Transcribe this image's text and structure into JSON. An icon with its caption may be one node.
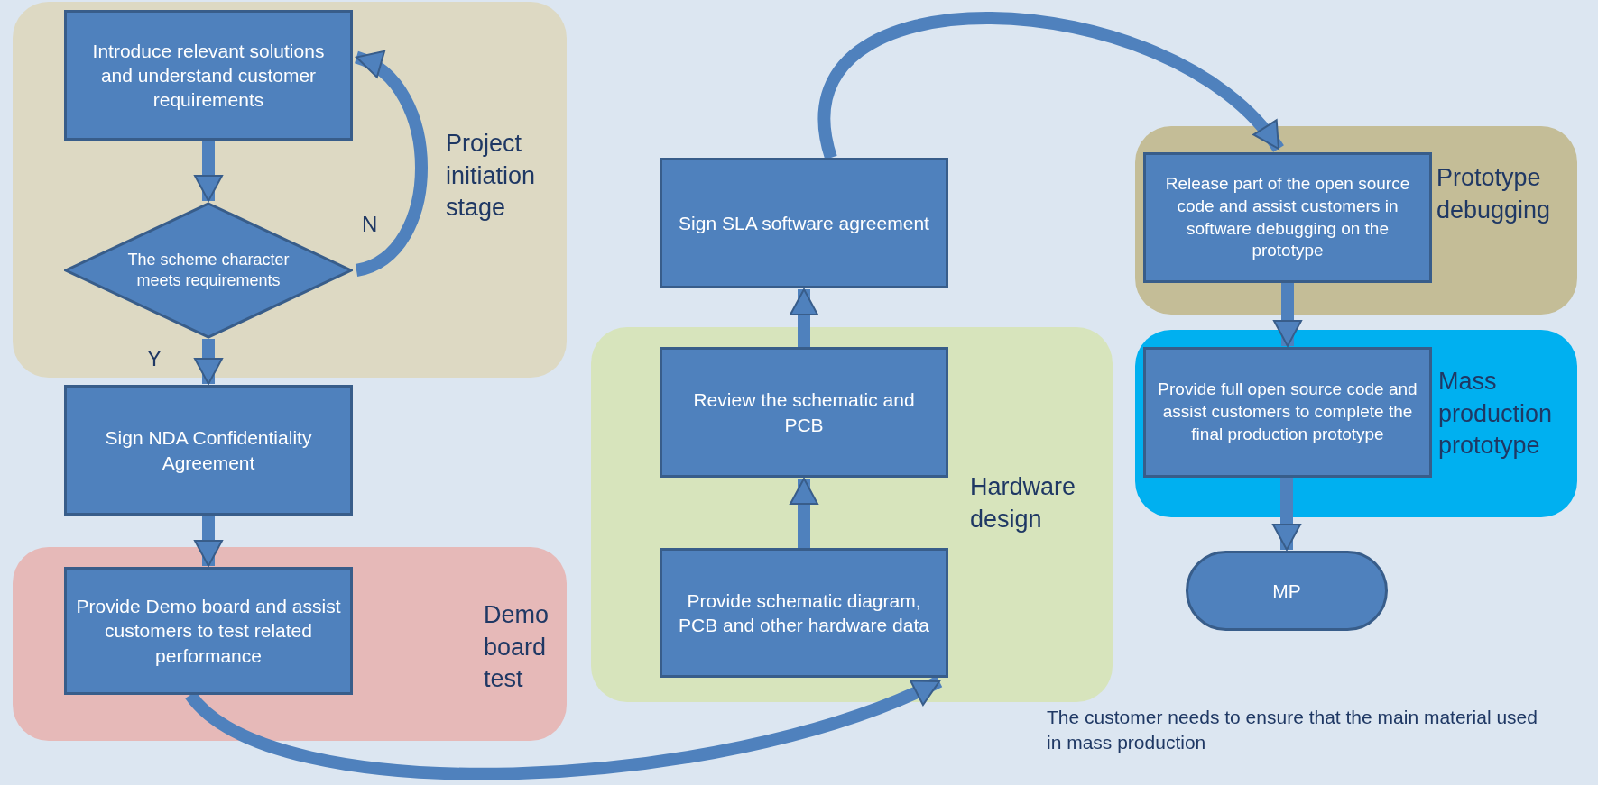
{
  "diagram": {
    "nodes": [
      {
        "text": [
          "Project initiation stage"
        ]
      },
      {
        "text": [
          "Introduce relevant solutions and understand customer requirements"
        ],
        "in": 0
      },
      {
        "text": [
          "The scheme character meets requirements"
        ],
        "in": 0
      },
      {
        "text": [
          "Sign NDA Confidentiality Agreement"
        ]
      },
      {
        "text": [
          "Demo board test"
        ]
      },
      {
        "text": [
          "Provide Demo board and assist customers to test related performance"
        ],
        "in": 4
      },
      {
        "text": [
          "Hardware design"
        ]
      },
      {
        "text": [
          "Provide schematic diagram, PCB and other hardware data"
        ],
        "in": 6
      },
      {
        "text": [
          "Review the schematic and PCB"
        ],
        "in": 6
      },
      {
        "text": [
          "Sign SLA software agreement"
        ]
      },
      {
        "text": [
          "Prototype debugging"
        ]
      },
      {
        "text": [
          "Release part of the open source code and assist customers in software debugging on the prototype"
        ],
        "in": 10
      },
      {
        "text": [
          "Mass production prototype"
        ]
      },
      {
        "text": [
          "Provide full open source code and assist customers to complete the final production prototype"
        ],
        "in": 12
      },
      {
        "text": [
          "MP"
        ]
      }
    ],
    "edges": [
      {
        "from": 1,
        "to": 2,
        "arrow": "to"
      },
      {
        "from": 2,
        "to": 1,
        "arrow": "to",
        "label": "N"
      },
      {
        "from": 2,
        "to": 3,
        "arrow": "to",
        "label": "Y"
      },
      {
        "from": 3,
        "to": 5,
        "arrow": "to"
      },
      {
        "from": 5,
        "to": 7,
        "arrow": "to"
      },
      {
        "from": 7,
        "to": 8,
        "arrow": "to"
      },
      {
        "from": 8,
        "to": 9,
        "arrow": "to"
      },
      {
        "from": 9,
        "to": 11,
        "arrow": "to"
      },
      {
        "from": 11,
        "to": 13,
        "arrow": "to"
      },
      {
        "from": 13,
        "to": 14,
        "arrow": "to"
      }
    ],
    "labels": [
      "The customer needs to ensure that the main material used in mass production"
    ]
  }
}
